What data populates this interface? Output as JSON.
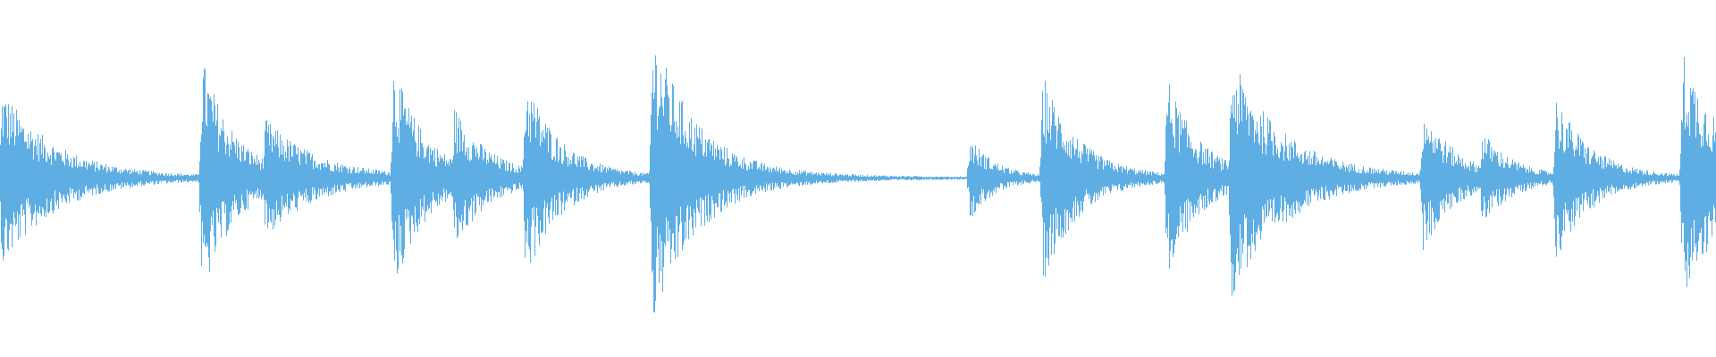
{
  "waveform": {
    "color": "#5eaee4",
    "background": "#ffffff",
    "duration": 1,
    "sample_count": 1920,
    "envelope_peaks": [
      {
        "t": 0.001,
        "amp": 0.6,
        "decay": 0.03
      },
      {
        "t": 0.1175,
        "amp": 0.82,
        "decay": 0.018
      },
      {
        "t": 0.1545,
        "amp": 0.4,
        "decay": 0.03
      },
      {
        "t": 0.229,
        "amp": 0.77,
        "decay": 0.018
      },
      {
        "t": 0.2645,
        "amp": 0.48,
        "decay": 0.02
      },
      {
        "t": 0.306,
        "amp": 0.68,
        "decay": 0.02
      },
      {
        "t": 0.38,
        "amp": 1.0,
        "decay": 0.025
      },
      {
        "t": 0.565,
        "amp": 0.28,
        "decay": 0.015
      },
      {
        "t": 0.6075,
        "amp": 0.7,
        "decay": 0.02
      },
      {
        "t": 0.68,
        "amp": 0.68,
        "decay": 0.018
      },
      {
        "t": 0.7175,
        "amp": 0.8,
        "decay": 0.03
      },
      {
        "t": 0.829,
        "amp": 0.5,
        "decay": 0.018
      },
      {
        "t": 0.8635,
        "amp": 0.32,
        "decay": 0.018
      },
      {
        "t": 0.9065,
        "amp": 0.55,
        "decay": 0.02
      },
      {
        "t": 0.9805,
        "amp": 0.85,
        "decay": 0.025
      }
    ],
    "baseline_noise": 0.012
  }
}
